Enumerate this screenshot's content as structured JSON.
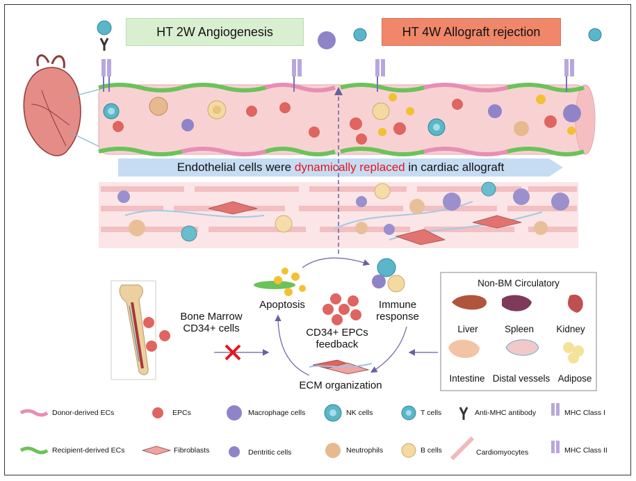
{
  "phases": {
    "left": "HT 2W Angiogenesis",
    "right": "HT 4W Allograft rejection"
  },
  "banner": {
    "before": "Endothelial cells were ",
    "highlight": "dynamically replaced",
    "after": " in cardiac allograft"
  },
  "cycle": {
    "apoptosis": "Apoptosis",
    "immune_response": "Immune\nresponse",
    "center": "CD34+ EPCs\nfeedback",
    "ecm": "ECM organization"
  },
  "bone_marrow": {
    "label": "Bone Marrow\nCD34+ cells"
  },
  "non_bm": {
    "title": "Non-BM Circulatory",
    "organs": [
      "Liver",
      "Spleen",
      "Kidney",
      "Intestine",
      "Distal vessels",
      "Adipose"
    ]
  },
  "legend": {
    "donor_ecs": "Donor-derived ECs",
    "epcs": "EPCs",
    "macrophage": "Macrophage cells",
    "nk": "NK cells",
    "t_cells": "T cells",
    "anti_mhc": "Anti-MHC antibody",
    "mhc1": "MHC Class I",
    "recipient_ecs": "Recipient-derived ECs",
    "fibroblasts": "Fibroblasts",
    "dendritic": "Dentritic cells",
    "neutrophils": "Neutrophils",
    "b_cells": "B cells",
    "cardiomyocytes": "Cardiomyocytes",
    "mhc2": "MHC Class II"
  },
  "colors": {
    "donor_ec": "#e78fb3",
    "recipient_ec": "#6cc25a",
    "epc": "#e0645f",
    "macrophage": "#8f84c8",
    "nk": "#5ab6c8",
    "neutrophil": "#e7b98e",
    "b_cell": "#f4d9a0",
    "rejection_red": "#e8141c",
    "vessel": "#f6c9cc"
  }
}
